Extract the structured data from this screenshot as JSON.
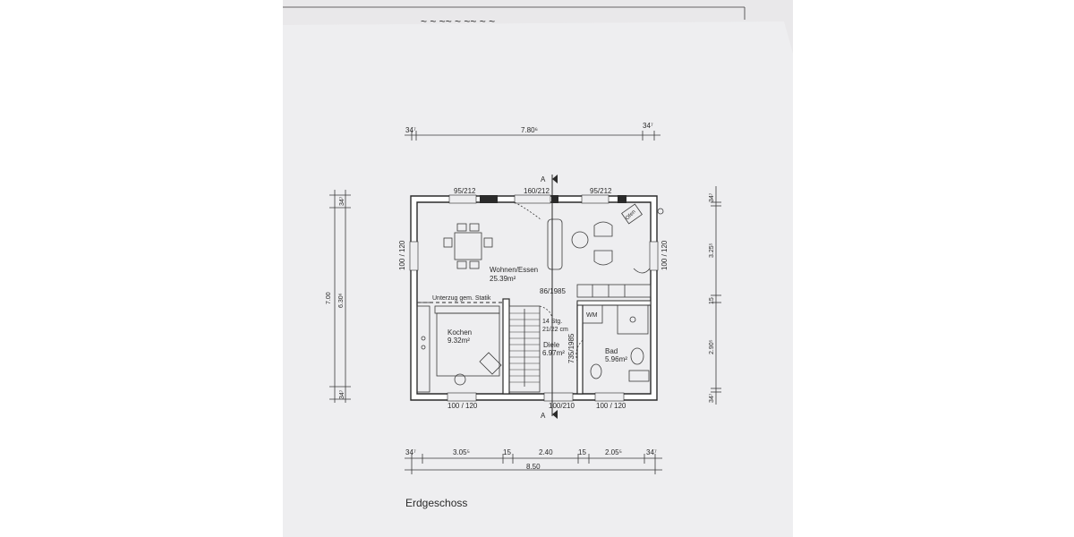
{
  "paper_colors": {
    "background": "#ffffff",
    "under_sheet": "#e9e8ea",
    "top_sheet": "#eeeef0",
    "ink": "#2a2a2a"
  },
  "under_sheet_scribble": "~ ~ ~~ ~  ~~  ~ ~",
  "dimensions": {
    "top": {
      "left_wall": "34⁷",
      "total": "7.80⁶",
      "right_wall": "34⁷"
    },
    "bottom": {
      "segments": [
        "34⁷",
        "3.05⁵",
        "15",
        "2.40",
        "15",
        "2.05⁵",
        "34⁷"
      ],
      "total": "8.50"
    },
    "left": {
      "top_wall": "34⁷",
      "total": "7.00",
      "inner": "6.30⁶",
      "bottom_wall": "34⁷"
    },
    "right": {
      "top_wall": "34⁷",
      "upper": "3.25⁵",
      "mid": "15",
      "lower": "2.90⁵",
      "bottom_wall": "34⁷"
    }
  },
  "openings": {
    "top_left_window": "95/212",
    "top_door": "160/212",
    "top_right_window": "95/212",
    "left_window": "100 / 120",
    "right_window": "100 / 120",
    "bottom_left_window": "100 / 120",
    "bottom_door": "100/210",
    "bottom_right_window": "100 / 120",
    "interior_door_upper": "86/1985",
    "interior_door_lower": "735/1985"
  },
  "section_marker": "A",
  "rooms": {
    "wohnen": {
      "name": "Wohnen/Essen",
      "area": "25.39m²"
    },
    "kochen": {
      "name": "Kochen",
      "area": "9.32m²"
    },
    "diele": {
      "name": "Diele",
      "area": "6.97m²"
    },
    "bad": {
      "name": "Bad",
      "area": "5.96m²"
    }
  },
  "labels": {
    "unterzug": "Unterzug gem. Statik",
    "stairs_count": "14 Stg.",
    "stairs_rise": "21/22 cm",
    "washer": "WM",
    "oven": "Ofen"
  },
  "floor_title": "Erdgeschoss"
}
